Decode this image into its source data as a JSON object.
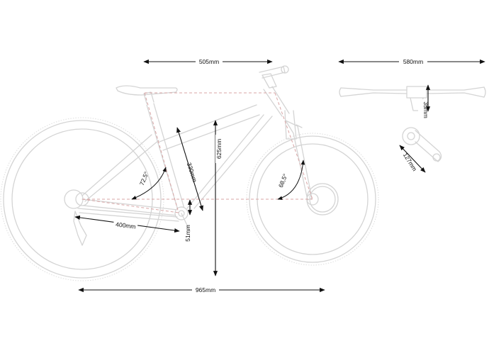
{
  "dimensions": {
    "reach": "505mm",
    "handlebar_width": "580mm",
    "stem_length": "35mm",
    "crank_length": "127mm",
    "seat_tube_length": "330mm",
    "stack": "625mm",
    "seat_angle": "72,5°",
    "head_angle": "68,5°",
    "chainstay": "400mm",
    "bb_drop": "51mm",
    "wheelbase": "965mm"
  },
  "colors": {
    "outline": "#d4d4d4",
    "geometry_line": "#d9a6a6",
    "dimension_line": "#111111"
  }
}
